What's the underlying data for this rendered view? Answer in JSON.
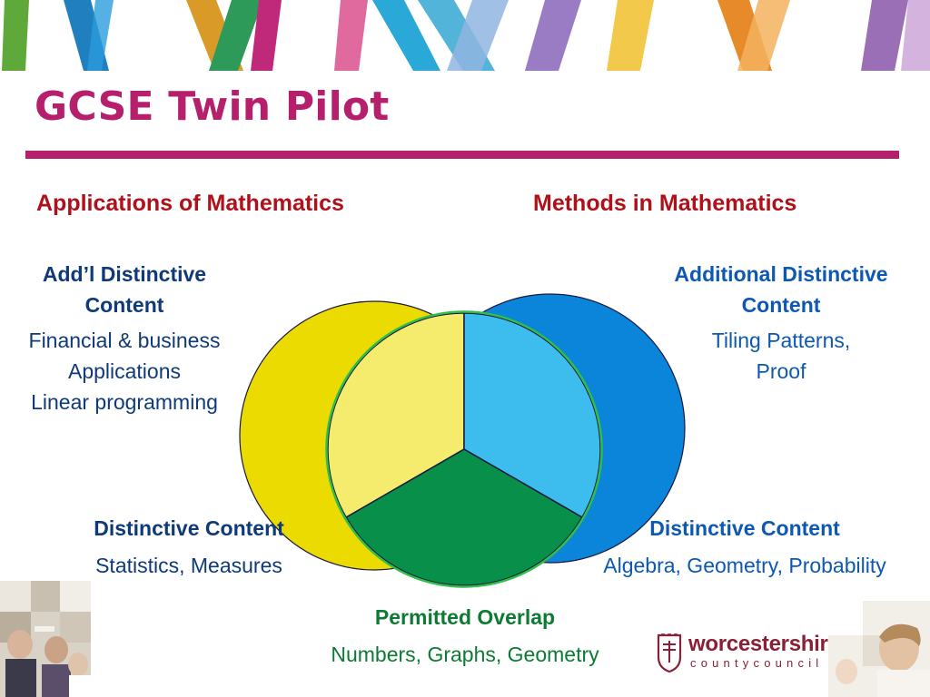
{
  "slide": {
    "title": "GCSE Twin Pilot"
  },
  "columns": {
    "left_heading": "Applications of Mathematics",
    "right_heading": "Methods in Mathematics"
  },
  "additional_left": {
    "heading_line1": "Add’l Distinctive",
    "heading_line2": "Content",
    "body_line1": "Financial & business",
    "body_line2": "Applications",
    "body_line3": "Linear programming"
  },
  "additional_right": {
    "heading_line1": "Additional Distinctive",
    "heading_line2": "Content",
    "body_line1": "Tiling Patterns,",
    "body_line2": "Proof"
  },
  "distinctive_left": {
    "heading": "Distinctive Content",
    "body": "Statistics, Measures"
  },
  "distinctive_right": {
    "heading": "Distinctive Content",
    "body": "Algebra, Geometry, Probability"
  },
  "overlap": {
    "heading": "Permitted Overlap",
    "body": "Numbers, Graphs, Geometry"
  },
  "logo": {
    "name": "worcestershire",
    "subtitle": "countycouncil"
  },
  "colors": {
    "title": "#b51f6b",
    "heading_red": "#b0101a",
    "yellow_circle": "#ebdb00",
    "blue_circle": "#0a85d9",
    "overlap_yellow": "#f5ec6e",
    "overlap_blue": "#3dbdee",
    "overlap_green": "#08904a"
  }
}
